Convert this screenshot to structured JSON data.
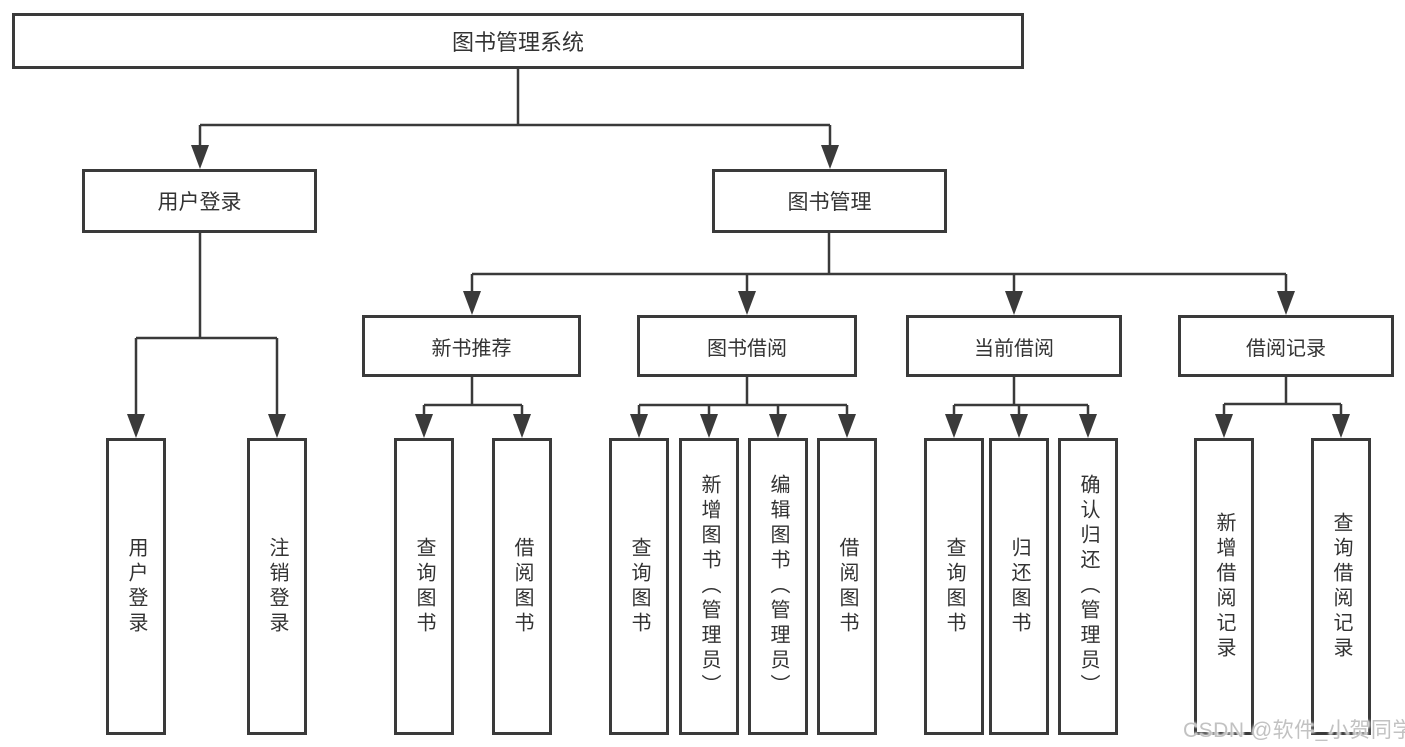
{
  "diagram_title": "图书管理系统",
  "nodes": {
    "root": "图书管理系统",
    "user_login": "用户登录",
    "book_management": "图书管理",
    "new_book_recommend": "新书推荐",
    "book_borrowing": "图书借阅",
    "current_borrowing": "当前借阅",
    "borrowing_records": "借阅记录",
    "leaf_user_login": "用户登录",
    "leaf_logout": "注销登录",
    "rec_query_books": "查询图书",
    "rec_borrow_books": "借阅图书",
    "bb_query_books": "查询图书",
    "bb_add_books_admin": "新增图书（管理员）",
    "bb_edit_books_admin": "编辑图书（管理员）",
    "bb_borrow_books": "借阅图书",
    "cb_query_books": "查询图书",
    "cb_return_books": "归还图书",
    "cb_confirm_return_admin": "确认归还（管理员）",
    "br_add_record": "新增借阅记录",
    "br_query_record": "查询借阅记录"
  },
  "hierarchy": {
    "图书管理系统": {
      "用户登录": [
        "用户登录",
        "注销登录"
      ],
      "图书管理": {
        "新书推荐": [
          "查询图书",
          "借阅图书"
        ],
        "图书借阅": [
          "查询图书",
          "新增图书（管理员）",
          "编辑图书（管理员）",
          "借阅图书"
        ],
        "当前借阅": [
          "查询图书",
          "归还图书",
          "确认归还（管理员）"
        ],
        "借阅记录": [
          "新增借阅记录",
          "查询借阅记录"
        ]
      }
    }
  },
  "watermark": "CSDN @软件_小贺同学",
  "colors": {
    "line": "#3a3a3a",
    "text": "#333333",
    "background": "#ffffff",
    "watermark": "#c2c2c2"
  }
}
